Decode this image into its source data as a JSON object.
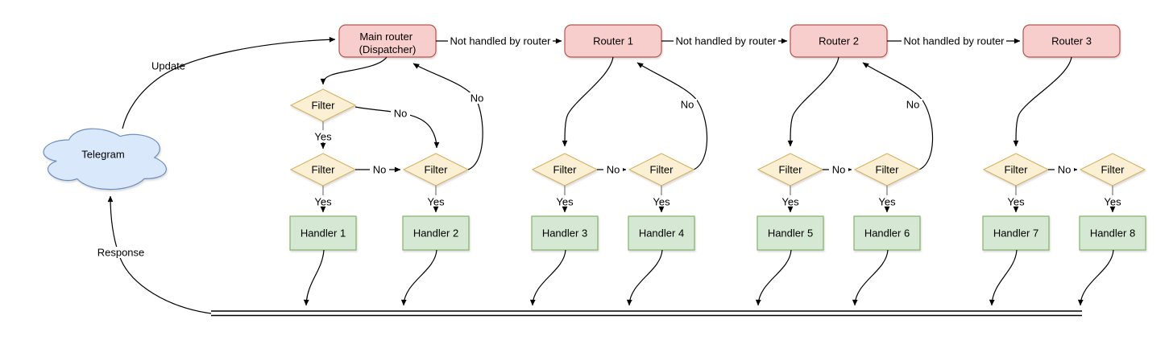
{
  "labels": {
    "filter": "Filter",
    "yes": "Yes",
    "no": "No",
    "not_handled": "Not handled by router",
    "update": "Update",
    "response": "Response",
    "telegram": "Telegram"
  },
  "routers": [
    {
      "label_line1": "Main router",
      "label_line2": "(Dispatcher)"
    },
    {
      "label": "Router 1"
    },
    {
      "label": "Router 2"
    },
    {
      "label": "Router 3"
    }
  ],
  "handlers": [
    "Handler 1",
    "Handler 2",
    "Handler 3",
    "Handler 4",
    "Handler 5",
    "Handler 6",
    "Handler 7",
    "Handler 8"
  ],
  "colors": {
    "router_fill": "#f8cecc",
    "router_stroke": "#b85450",
    "filter_fill": "#fcf0d4",
    "filter_stroke": "#d9b264",
    "handler_fill": "#d5e8d4",
    "handler_stroke": "#82b366",
    "cloud_fill": "#dae8fc",
    "cloud_stroke": "#6c8ebf"
  }
}
